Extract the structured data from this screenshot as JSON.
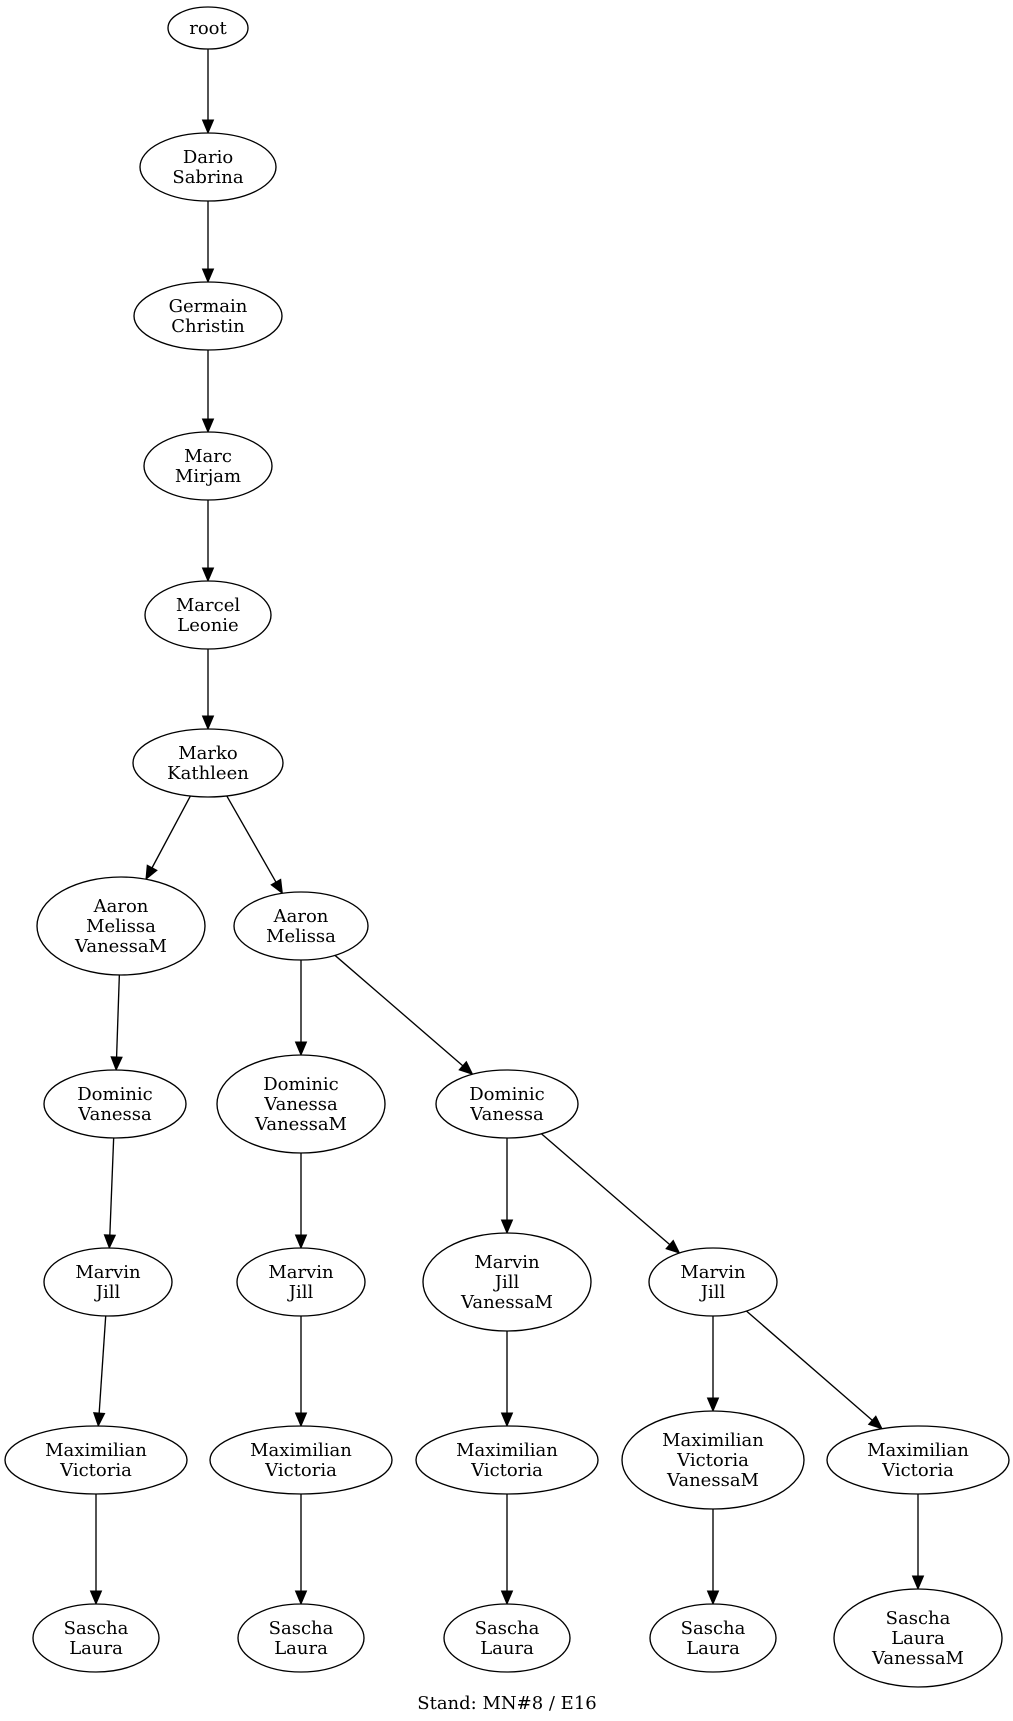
{
  "diagram": {
    "caption": "Stand: MN#8 / E16",
    "nodes": [
      {
        "id": "n0",
        "lines": [
          "root"
        ]
      },
      {
        "id": "n1",
        "lines": [
          "Dario",
          "Sabrina"
        ]
      },
      {
        "id": "n2",
        "lines": [
          "Germain",
          "Christin"
        ]
      },
      {
        "id": "n3",
        "lines": [
          "Marc",
          "Mirjam"
        ]
      },
      {
        "id": "n4",
        "lines": [
          "Marcel",
          "Leonie"
        ]
      },
      {
        "id": "n5",
        "lines": [
          "Marko",
          "Kathleen"
        ]
      },
      {
        "id": "n6",
        "lines": [
          "Aaron",
          "Melissa",
          "VanessaM"
        ]
      },
      {
        "id": "n7",
        "lines": [
          "Aaron",
          "Melissa"
        ]
      },
      {
        "id": "n8",
        "lines": [
          "Dominic",
          "Vanessa"
        ]
      },
      {
        "id": "n9",
        "lines": [
          "Dominic",
          "Vanessa",
          "VanessaM"
        ]
      },
      {
        "id": "n10",
        "lines": [
          "Dominic",
          "Vanessa"
        ]
      },
      {
        "id": "n11",
        "lines": [
          "Marvin",
          "Jill"
        ]
      },
      {
        "id": "n12",
        "lines": [
          "Marvin",
          "Jill"
        ]
      },
      {
        "id": "n13",
        "lines": [
          "Marvin",
          "Jill",
          "VanessaM"
        ]
      },
      {
        "id": "n14",
        "lines": [
          "Marvin",
          "Jill"
        ]
      },
      {
        "id": "n15",
        "lines": [
          "Maximilian",
          "Victoria"
        ]
      },
      {
        "id": "n16",
        "lines": [
          "Maximilian",
          "Victoria"
        ]
      },
      {
        "id": "n17",
        "lines": [
          "Maximilian",
          "Victoria"
        ]
      },
      {
        "id": "n18",
        "lines": [
          "Maximilian",
          "Victoria",
          "VanessaM"
        ]
      },
      {
        "id": "n19",
        "lines": [
          "Maximilian",
          "Victoria"
        ]
      },
      {
        "id": "n20",
        "lines": [
          "Sascha",
          "Laura"
        ]
      },
      {
        "id": "n21",
        "lines": [
          "Sascha",
          "Laura"
        ]
      },
      {
        "id": "n22",
        "lines": [
          "Sascha",
          "Laura"
        ]
      },
      {
        "id": "n23",
        "lines": [
          "Sascha",
          "Laura"
        ]
      },
      {
        "id": "n24",
        "lines": [
          "Sascha",
          "Laura",
          "VanessaM"
        ]
      }
    ],
    "edges": [
      [
        "n0",
        "n1"
      ],
      [
        "n1",
        "n2"
      ],
      [
        "n2",
        "n3"
      ],
      [
        "n3",
        "n4"
      ],
      [
        "n4",
        "n5"
      ],
      [
        "n5",
        "n6"
      ],
      [
        "n5",
        "n7"
      ],
      [
        "n6",
        "n8"
      ],
      [
        "n7",
        "n9"
      ],
      [
        "n7",
        "n10"
      ],
      [
        "n8",
        "n11"
      ],
      [
        "n9",
        "n12"
      ],
      [
        "n10",
        "n13"
      ],
      [
        "n10",
        "n14"
      ],
      [
        "n11",
        "n15"
      ],
      [
        "n12",
        "n16"
      ],
      [
        "n13",
        "n17"
      ],
      [
        "n14",
        "n18"
      ],
      [
        "n14",
        "n19"
      ],
      [
        "n15",
        "n20"
      ],
      [
        "n16",
        "n21"
      ],
      [
        "n17",
        "n22"
      ],
      [
        "n18",
        "n23"
      ],
      [
        "n19",
        "n24"
      ]
    ]
  }
}
